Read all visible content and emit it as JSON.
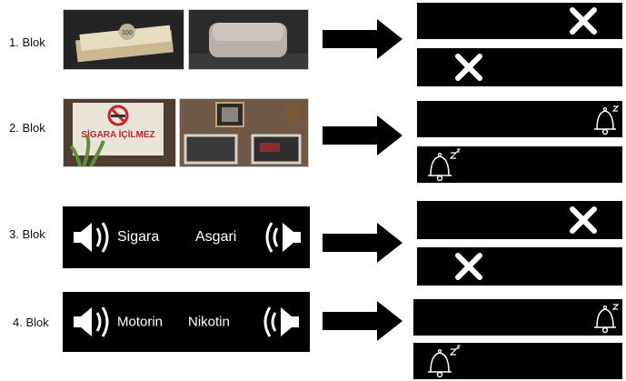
{
  "blocks": [
    {
      "label": "1. Blok",
      "stimulus_type": "images",
      "images": [
        "rolling-papers-pack",
        "metal-tin-box"
      ],
      "outcomes": [
        "x-mark-icon",
        "x-mark-icon"
      ]
    },
    {
      "label": "2. Blok",
      "stimulus_type": "images",
      "images": [
        "no-smoking-sign",
        "wall-frames"
      ],
      "sign_text": "SİGARA İÇİLMEZ",
      "outcomes": [
        "sleeping-bell-icon",
        "sleeping-bell-icon"
      ]
    },
    {
      "label": "3. Blok",
      "stimulus_type": "audio",
      "words": [
        "Sigara",
        "Asgari"
      ],
      "outcomes": [
        "x-mark-icon",
        "x-mark-icon"
      ]
    },
    {
      "label": "4. Blok",
      "stimulus_type": "audio",
      "words": [
        "Motorin",
        "Nikotin"
      ],
      "outcomes": [
        "sleeping-bell-icon",
        "sleeping-bell-icon"
      ]
    }
  ],
  "colors": {
    "bar": "#000000",
    "icon": "#ffffff",
    "arrow": "#000000"
  }
}
